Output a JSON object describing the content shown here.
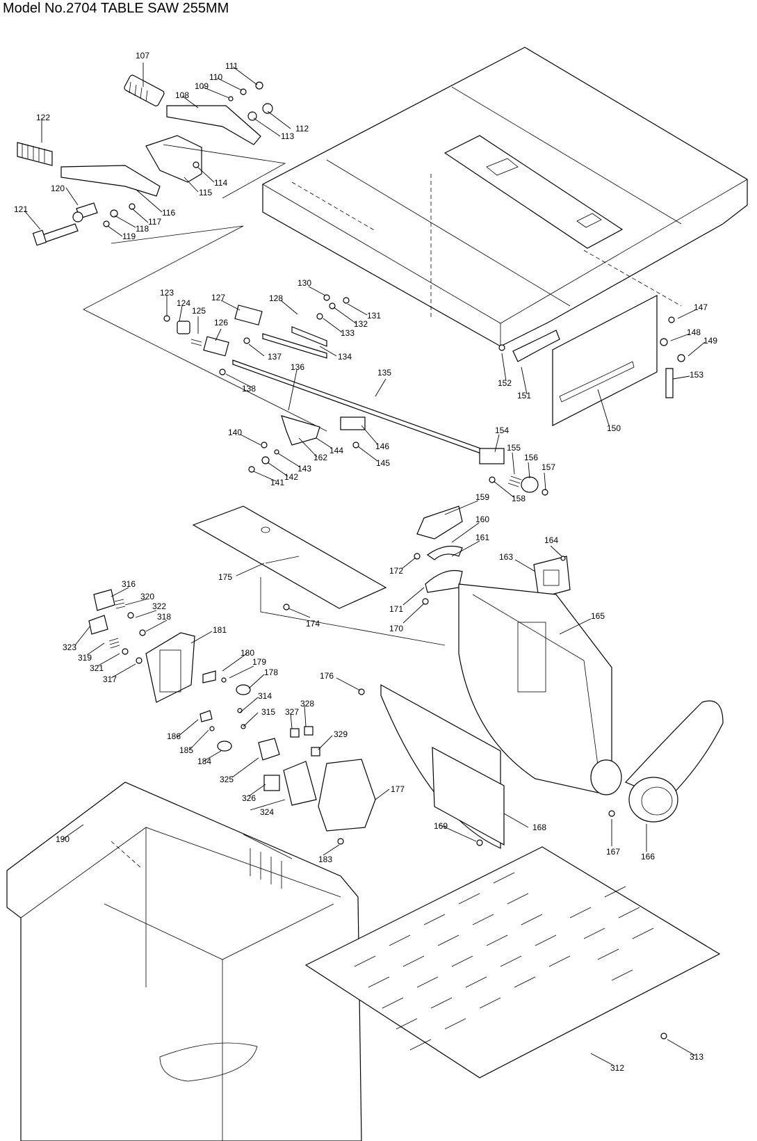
{
  "title": "Model No.2704 TABLE SAW 255MM",
  "part_labels": [
    "107",
    "111",
    "110",
    "109",
    "108",
    "112",
    "113",
    "122",
    "114",
    "115",
    "120",
    "116",
    "117",
    "118",
    "121",
    "119",
    "130",
    "123",
    "124",
    "125",
    "127",
    "128",
    "131",
    "132",
    "133",
    "126",
    "134",
    "137",
    "136",
    "138",
    "135",
    "147",
    "148",
    "149",
    "153",
    "152",
    "151",
    "150",
    "140",
    "144",
    "146",
    "143",
    "162",
    "145",
    "142",
    "141",
    "154",
    "155",
    "156",
    "157",
    "158",
    "159",
    "160",
    "161",
    "164",
    "163",
    "172",
    "175",
    "316",
    "171",
    "320",
    "322",
    "170",
    "318",
    "165",
    "174",
    "181",
    "323",
    "319",
    "180",
    "179",
    "321",
    "178",
    "317",
    "176",
    "314",
    "328",
    "315",
    "327",
    "329",
    "186",
    "185",
    "184",
    "325",
    "177",
    "326",
    "324",
    "169",
    "168",
    "167",
    "166",
    "190",
    "183",
    "313",
    "312"
  ]
}
